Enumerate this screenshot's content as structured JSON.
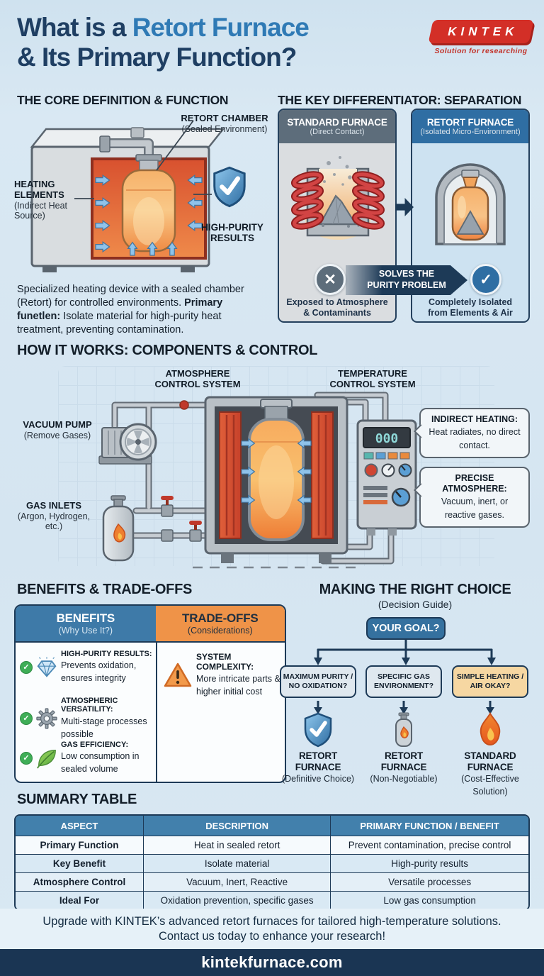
{
  "colors": {
    "page_bg": "#d7e6f2",
    "navy": "#1d3a57",
    "accent_blue": "#2f6ea3",
    "steel_header": "#3e7aa8",
    "accent_orange": "#ef9348",
    "brand_red": "#d32f27",
    "green_check": "#3fae57",
    "footer_bar": "#1a3553"
  },
  "icons": {
    "check": "✓",
    "x": "✕"
  },
  "header": {
    "title_part1": "What is a ",
    "title_highlight": "Retort Furnace",
    "title_line2": "& Its Primary Function?",
    "logo_text": "KINTEK",
    "logo_tagline": "Solution for researching"
  },
  "core": {
    "title": "THE CORE DEFINITION & FUNCTION",
    "retort_chamber_label": "RETORT CHAMBER",
    "retort_chamber_sub": "(Sealed Environment)",
    "heating_elements_label": "HEATING ELEMENTS",
    "heating_elements_sub": "(Indirect Heat Source)",
    "high_purity_label": "HIGH-PURITY RESULTS",
    "desc_1": "Specialized heating device with a sealed chamber (Retort) for controlled environments. ",
    "desc_bold": "Primary funetlen:",
    "desc_2": " Isolate material for high-purity heat treatment, preventing contamination."
  },
  "differentiator": {
    "title": "THE KEY DIFFERENTIATOR: SEPARATION",
    "standard_title": "STANDARD FURNACE",
    "standard_sub": "(Direct Contact)",
    "standard_caption": "Exposed to Atmosphere & Contaminants",
    "retort_title": "RETORT FURNACE",
    "retort_sub": "(Isolated Micro-Environment)",
    "retort_caption": "Completely Isolated from Elements & Air",
    "banner_line1": "SOLVES THE",
    "banner_line2": "PURITY PROBLEM"
  },
  "how": {
    "title": "HOW IT WORKS: COMPONENTS & CONTROL",
    "atmosphere_label": "ATMOSPHERE CONTROL SYSTEM",
    "temperature_label": "TEMPERATURE CONTROL SYSTEM",
    "vacuum_label": "VACUUM PUMP",
    "vacuum_sub": "(Remove Gases)",
    "gas_label": "GAS INLETS",
    "gas_sub": "(Argon, Hydrogen, etc.)",
    "display_value": "000",
    "callout1_title": "INDIRECT HEATING:",
    "callout1_body": "Heat radiates, no direct contact.",
    "callout2_title": "PRECISE ATMOSPHERE:",
    "callout2_body": "Vacuum, inert, or reactive gases."
  },
  "benefits": {
    "title": "BENEFITS & TRADE-OFFS",
    "benefits_header": "BENEFITS",
    "benefits_sub": "(Why Use It?)",
    "tradeoffs_header": "TRADE-OFFS",
    "tradeoffs_sub": "(Considerations)",
    "items": [
      {
        "title": "HIGH-PURITY RESULTS:",
        "body": "Prevents oxidation, ensures integrity"
      },
      {
        "title": "ATMOSPHERIC VERSATILITY:",
        "body": "Multi-stage processes possible"
      },
      {
        "title": "GAS EFFICIENCY:",
        "body": "Low consumption in sealed volume"
      }
    ],
    "tradeoff_title": "SYSTEM COMPLEXITY:",
    "tradeoff_body": "More intricate parts & higher initial cost"
  },
  "choice": {
    "title": "MAKING THE RIGHT CHOICE",
    "subtitle": "(Decision Guide)",
    "root": "YOUR GOAL?",
    "branches": [
      {
        "question": "MAXIMUM PURITY / NO OXIDATION?",
        "result": "RETORT FURNACE",
        "result_sub": "(Definitive Choice)"
      },
      {
        "question": "SPECIFIC GAS ENVIRONMENT?",
        "result": "RETORT FURNACE",
        "result_sub": "(Non-Negotiable)"
      },
      {
        "question": "SIMPLE HEATING / AIR OKAY?",
        "result": "STANDARD FURNACE",
        "result_sub": "(Cost-Effective Solution)"
      }
    ]
  },
  "summary": {
    "title": "SUMMARY TABLE",
    "headers": [
      "ASPECT",
      "DESCRIPTION",
      "PRIMARY FUNCTION / BENEFIT"
    ],
    "rows": [
      [
        "Primary Function",
        "Heat in sealed retort",
        "Prevent contamination, precise control"
      ],
      [
        "Key Benefit",
        "Isolate material",
        "High-purity results"
      ],
      [
        "Atmosphere Control",
        "Vacuum, Inert, Reactive",
        "Versatile processes"
      ],
      [
        "Ideal For",
        "Oxidation prevention, specific gases",
        "Low gas consumption"
      ]
    ]
  },
  "footer": {
    "cta_line1": "Upgrade with KINTEK’s advanced retort furnaces for tailored high-temperature solutions.",
    "cta_line2": "Contact us today to enhance your research!",
    "website": "kintekfurnace.com"
  }
}
